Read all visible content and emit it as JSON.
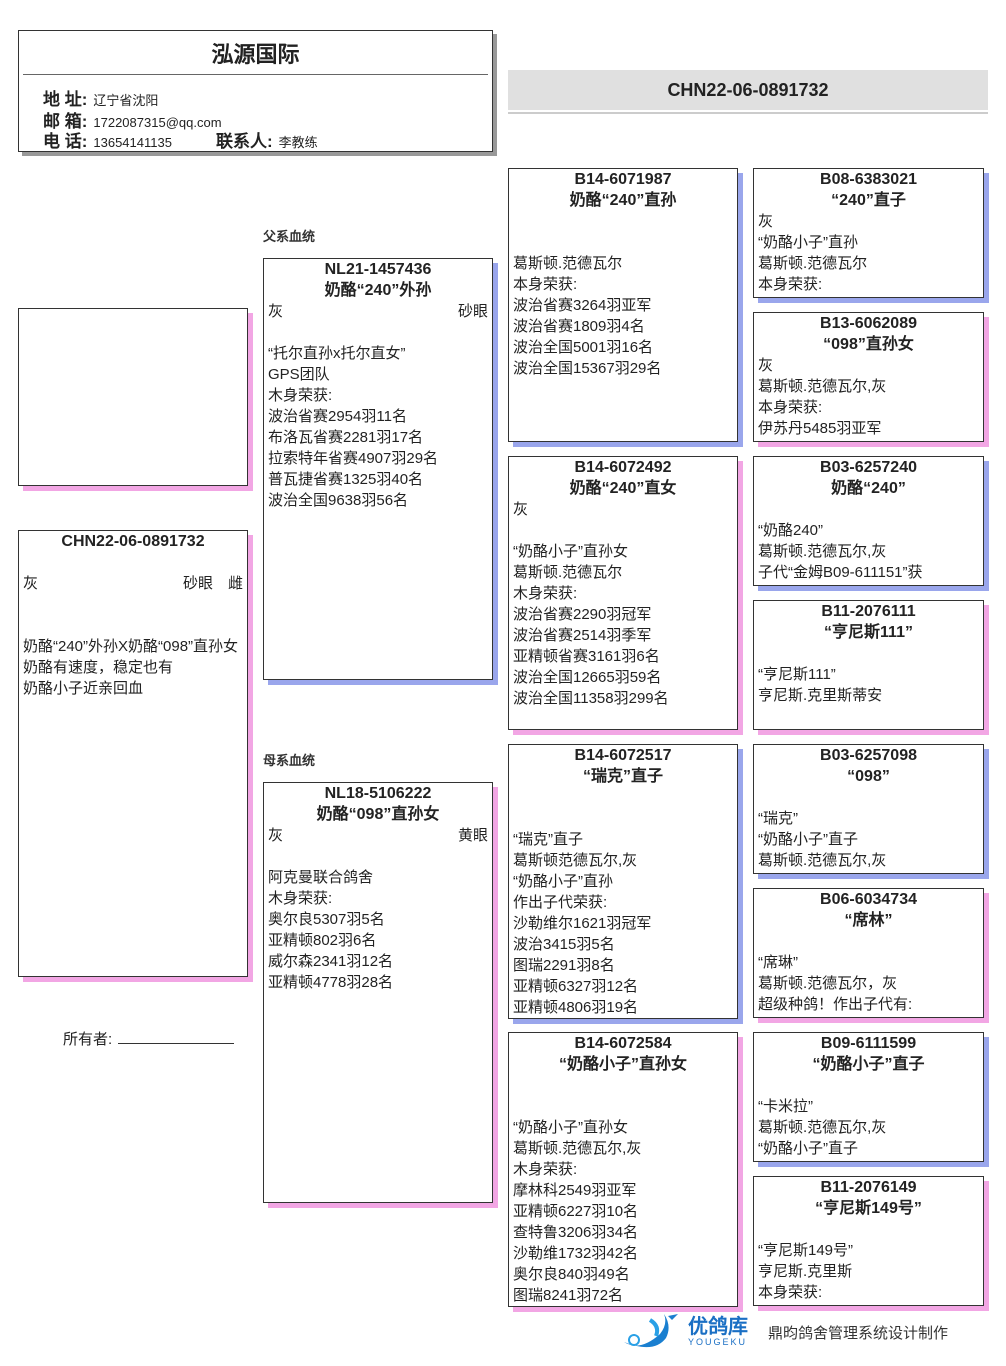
{
  "header": {
    "title": "泓源国际",
    "address_label": "地 址:",
    "address": "辽宁省沈阳",
    "email_label": "邮 箱:",
    "email": "1722087315@qq.com",
    "phone_label": "电 话:",
    "phone": "13654141135",
    "contact_label": "联系人:",
    "contact": "李教练"
  },
  "ring_bar": "CHN22-06-0891732",
  "labels": {
    "sire_line": "父系血统",
    "dam_line": "母系血统",
    "owner": "所有者:"
  },
  "footer": {
    "logo": "优鸽库",
    "logo_sub": "YOUGEKU",
    "credit": "鼎昀鸽舍管理系统设计制作"
  },
  "colors": {
    "male_shadow": "#9aa6ec",
    "female_shadow": "#f2a6e4"
  },
  "pigeons": {
    "main": {
      "ring": "CHN22-06-0891732",
      "name": "",
      "lines": [
        "",
        {
          "l": "灰",
          "r": "砂眼　雌"
        },
        "",
        "",
        "奶酪“240”外孙X奶酪“098”直孙女",
        "奶酪有速度，稳定也有",
        "奶酪小子近亲回血"
      ]
    },
    "sire": {
      "ring": "NL21-1457436",
      "name": "奶酪“240”外孙",
      "lines": [
        {
          "l": "灰",
          "r": "砂眼"
        },
        "",
        "“托尔直孙x托尔直女”",
        "GPS团队",
        "木身荣获:",
        "波治省赛2954羽11名",
        "布洛瓦省赛2281羽17名",
        "拉索特年省赛4907羽29名",
        "普瓦捷省赛1325羽40名",
        "波治全国9638羽56名"
      ]
    },
    "dam": {
      "ring": "NL18-5106222",
      "name": "奶酪“098”直孙女",
      "lines": [
        {
          "l": "灰",
          "r": "黄眼"
        },
        "",
        "阿克曼联合鸽舍",
        "木身荣获:",
        "奥尔良5307羽5名",
        "亚精顿802羽6名",
        "威尔森2341羽12名",
        "亚精顿4778羽28名"
      ]
    },
    "ss": {
      "ring": "B14-6071987",
      "name": "奶酪“240”直孙",
      "lines": [
        "",
        "",
        "葛斯顿.范德瓦尔",
        "本身荣获:",
        "波治省赛3264羽亚军",
        "波治省赛1809羽4名",
        "波治全国5001羽16名",
        "波治全国15367羽29名"
      ]
    },
    "sd": {
      "ring": "B14-6072492",
      "name": "奶酪“240”直女",
      "lines": [
        "灰",
        "",
        "“奶酪小子”直孙女",
        "葛斯顿.范德瓦尔",
        "木身荣获:",
        "波治省赛2290羽冠军",
        "波治省赛2514羽季军",
        "亚精顿省赛3161羽6名",
        "波治全国12665羽59名",
        "波治全国11358羽299名"
      ]
    },
    "ds": {
      "ring": "B14-6072517",
      "name": "“瑞克”直子",
      "lines": [
        "",
        "",
        "“瑞克”直子",
        "葛斯顿范德瓦尔,灰",
        "“奶酪小子”直孙",
        "作出子代荣获:",
        "沙勒维尔1621羽冠军",
        "波治3415羽5名",
        "图瑞2291羽8名",
        "亚精顿6327羽12名",
        "亚精顿4806羽19名"
      ]
    },
    "dd": {
      "ring": "B14-6072584",
      "name": "“奶酪小子”直孙女",
      "lines": [
        "",
        "",
        "“奶酪小子”直孙女",
        "葛斯顿.范德瓦尔,灰",
        "木身荣获:",
        "摩林科2549羽亚军",
        "亚精顿6227羽10名",
        "查特鲁3206羽34名",
        "沙勒维1732羽42名",
        "奥尔良840羽49名",
        "图瑞8241羽72名"
      ]
    },
    "sss": {
      "ring": "B08-6383021",
      "name": "“240”直子",
      "lines": [
        "灰",
        "“奶酪小子”直孙",
        "葛斯顿.范德瓦尔",
        "本身荣获:"
      ]
    },
    "ssd": {
      "ring": "B13-6062089",
      "name": "“098”直孙女",
      "lines": [
        "灰",
        "葛斯顿.范德瓦尔,灰",
        "本身荣获:",
        "伊苏丹5485羽亚军"
      ]
    },
    "sds": {
      "ring": "B03-6257240",
      "name": "奶酪“240”",
      "lines": [
        "",
        "“奶酪240”",
        "葛斯顿.范德瓦尔,灰",
        "子代“金姆B09-611151”获"
      ]
    },
    "sdd": {
      "ring": "B11-2076111",
      "name": "“亨尼斯111”",
      "lines": [
        "",
        "“亨尼斯111”",
        "亨尼斯.克里斯蒂安"
      ]
    },
    "dss": {
      "ring": "B03-6257098",
      "name": "“098”",
      "lines": [
        "",
        "“瑞克”",
        "“奶酪小子”直子",
        "葛斯顿.范德瓦尔,灰"
      ]
    },
    "dsd": {
      "ring": "B06-6034734",
      "name": "“席林”",
      "lines": [
        "",
        "“席琳”",
        "葛斯顿.范德瓦尔，灰",
        "超级种鸽！作出子代有:"
      ]
    },
    "dds": {
      "ring": "B09-6111599",
      "name": "“奶酪小子”直子",
      "lines": [
        "",
        "“卡米拉”",
        "葛斯顿.范德瓦尔,灰",
        "“奶酪小子”直子"
      ]
    },
    "ddd": {
      "ring": "B11-2076149",
      "name": "“亨尼斯149号”",
      "lines": [
        "",
        "“亨尼斯149号”",
        "亨尼斯.克里斯",
        "本身荣获:"
      ]
    }
  }
}
